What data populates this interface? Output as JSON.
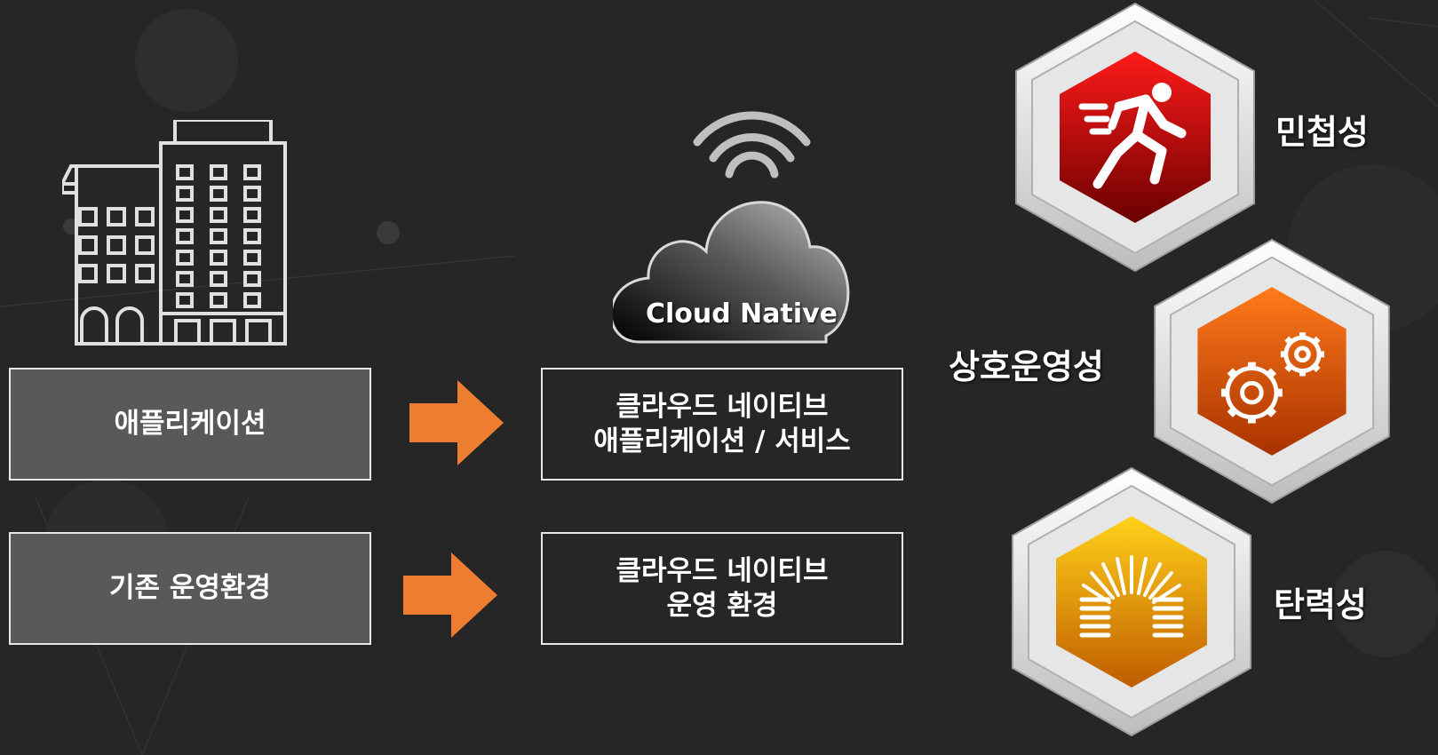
{
  "colors": {
    "background": "#262626",
    "gray_box": "#595959",
    "arrow": "#ed7d31",
    "hex_red": "#e00000",
    "hex_orange": "#e55a00",
    "hex_gold": "#e6a800"
  },
  "icons": {
    "building": "building-icon",
    "cloud": "cloud-icon",
    "wifi": "wifi-icon",
    "runner": "running-person-icon",
    "gears": "gears-icon",
    "spring": "spring-coil-icon"
  },
  "cloud": {
    "label": "Cloud Native"
  },
  "left_boxes": [
    {
      "text": "애플리케이션"
    },
    {
      "text": "기존 운영환경"
    }
  ],
  "right_boxes": [
    {
      "line1": "클라우드 네이티브",
      "line2": "애플리케이션 / 서비스"
    },
    {
      "line1": "클라우드 네이티브",
      "line2": "운영 환경"
    }
  ],
  "properties": [
    {
      "label": "민첩성"
    },
    {
      "label": "상호운영성"
    },
    {
      "label": "탄력성"
    }
  ]
}
